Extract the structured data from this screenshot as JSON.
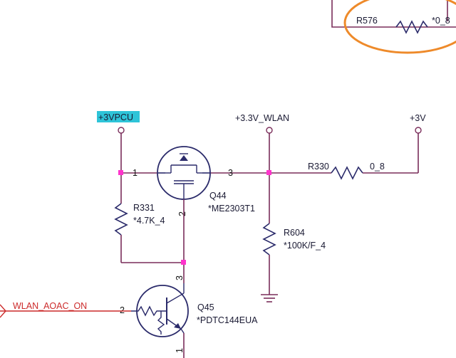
{
  "colors": {
    "wire": "#7a2d5a",
    "component_line": "#2a2a6a",
    "junction": "#ff33cc",
    "highlight": "#2ec4d8",
    "callout": "#ee8a2a",
    "signal": "#cc2a2a"
  },
  "nets": {
    "vpcu": "+3VPCU",
    "v33_wlan": "+3.3V_WLAN",
    "v3": "+3V",
    "wlan_aoac": "WLAN_AOAC_ON"
  },
  "components": {
    "q44": {
      "ref": "Q44",
      "value": "*ME2303T1",
      "pin1": "1",
      "pin2": "2",
      "pin3": "3"
    },
    "q45": {
      "ref": "Q45",
      "value": "*PDTC144EUA",
      "pin1": "1",
      "pin2": "2",
      "pin3": "3"
    },
    "r330": {
      "ref": "R330",
      "value": "0_8"
    },
    "r331": {
      "ref": "R331",
      "value": "*4.7K_4"
    },
    "r604": {
      "ref": "R604",
      "value": "*100K/F_4"
    },
    "r576": {
      "ref": "R576",
      "value": "*0_8"
    }
  }
}
